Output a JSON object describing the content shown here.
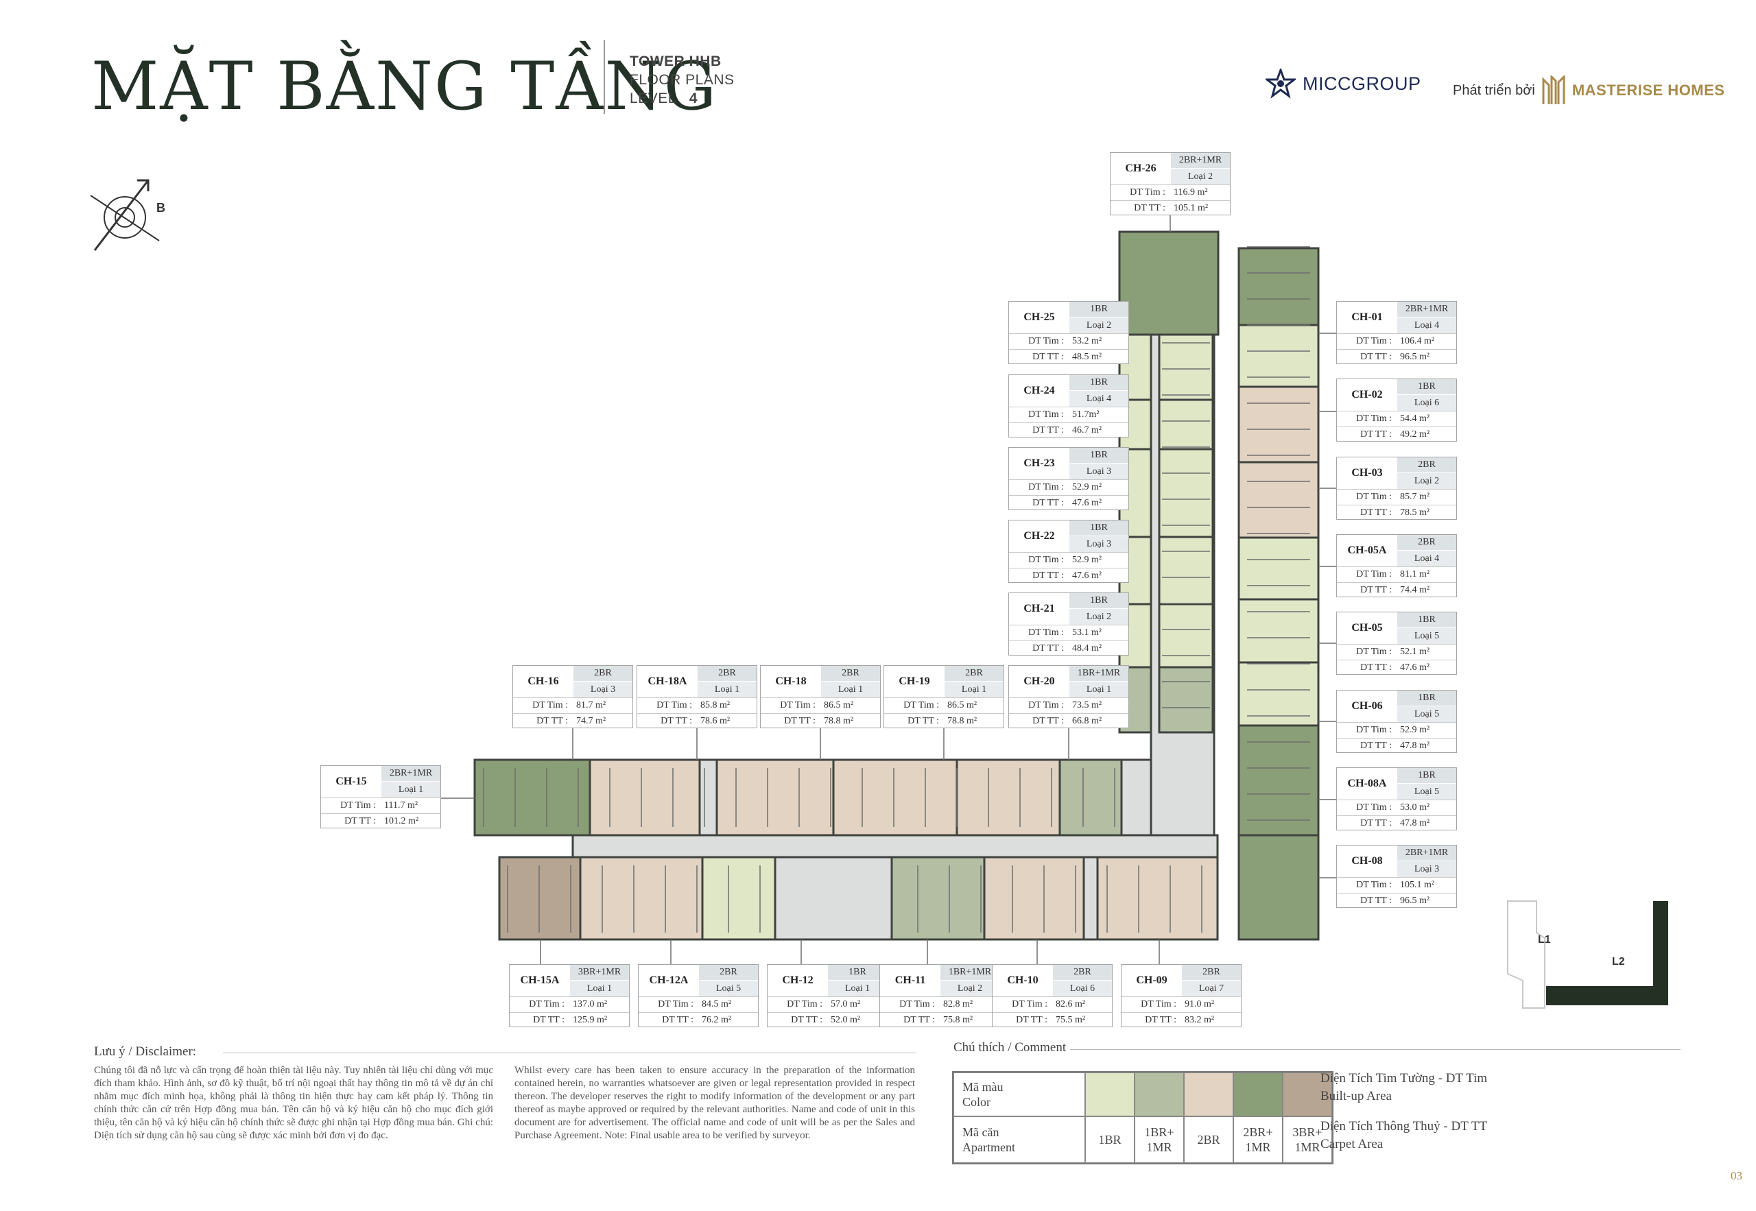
{
  "header": {
    "title": "MẶT BẰNG TẦNG",
    "tower": "TOWER HHB",
    "floor_plans": "FLOOR PLANS",
    "level_label": "LEVEL",
    "level_value": "4",
    "micc_bold": "MICC",
    "micc_rest": "GROUP",
    "developer_prefix": "Phát triển bởi",
    "developer_name": "MASTERISE HOMES"
  },
  "compass": {
    "north_label": "B"
  },
  "colors": {
    "1BR": "#dfe7c6",
    "1BR+1MR": "#b3bea3",
    "2BR": "#e2d3c2",
    "2BR+1MR": "#8a9f77",
    "3BR+1MR": "#b7a593",
    "corridor": "#dcdedd",
    "wall": "#3f433f"
  },
  "units": [
    {
      "code": "CH-26",
      "type": "2BR+1MR",
      "loai": "Loại 2",
      "tim_label": "DT Tim :",
      "tim": "116.9 m²",
      "tt_label": "DT TT :",
      "tt": "105.1 m²"
    },
    {
      "code": "CH-25",
      "type": "1BR",
      "loai": "Loại 2",
      "tim_label": "DT Tim :",
      "tim": "53.2 m²",
      "tt_label": "DT TT :",
      "tt": "48.5 m²"
    },
    {
      "code": "CH-24",
      "type": "1BR",
      "loai": "Loại 4",
      "tim_label": "DT Tim :",
      "tim": "51.7m²",
      "tt_label": "DT TT :",
      "tt": "46.7 m²"
    },
    {
      "code": "CH-23",
      "type": "1BR",
      "loai": "Loại 3",
      "tim_label": "DT Tim :",
      "tim": "52.9 m²",
      "tt_label": "DT TT :",
      "tt": "47.6 m²"
    },
    {
      "code": "CH-22",
      "type": "1BR",
      "loai": "Loại 3",
      "tim_label": "DT Tim :",
      "tim": "52.9 m²",
      "tt_label": "DT TT :",
      "tt": "47.6 m²"
    },
    {
      "code": "CH-21",
      "type": "1BR",
      "loai": "Loại 2",
      "tim_label": "DT Tim :",
      "tim": "53.1 m²",
      "tt_label": "DT TT :",
      "tt": "48.4 m²"
    },
    {
      "code": "CH-20",
      "type": "1BR+1MR",
      "loai": "Loại 1",
      "tim_label": "DT Tim :",
      "tim": "73.5 m²",
      "tt_label": "DT TT :",
      "tt": "66.8 m²"
    },
    {
      "code": "CH-19",
      "type": "2BR",
      "loai": "Loại 1",
      "tim_label": "DT Tim :",
      "tim": "86.5 m²",
      "tt_label": "DT TT :",
      "tt": "78.8 m²"
    },
    {
      "code": "CH-18",
      "type": "2BR",
      "loai": "Loại 1",
      "tim_label": "DT Tim :",
      "tim": "86.5 m²",
      "tt_label": "DT TT :",
      "tt": "78.8 m²"
    },
    {
      "code": "CH-18A",
      "type": "2BR",
      "loai": "Loại 1",
      "tim_label": "DT Tim :",
      "tim": "85.8 m²",
      "tt_label": "DT TT :",
      "tt": "78.6 m²"
    },
    {
      "code": "CH-16",
      "type": "2BR",
      "loai": "Loại 3",
      "tim_label": "DT Tim :",
      "tim": "81.7 m²",
      "tt_label": "DT TT :",
      "tt": "74.7 m²"
    },
    {
      "code": "CH-15",
      "type": "2BR+1MR",
      "loai": "Loại 1",
      "tim_label": "DT Tim :",
      "tim": "111.7 m²",
      "tt_label": "DT TT :",
      "tt": "101.2 m²"
    },
    {
      "code": "CH-01",
      "type": "2BR+1MR",
      "loai": "Loại 4",
      "tim_label": "DT Tim :",
      "tim": "106.4 m²",
      "tt_label": "DT TT :",
      "tt": "96.5 m²"
    },
    {
      "code": "CH-02",
      "type": "1BR",
      "loai": "Loại 6",
      "tim_label": "DT Tim :",
      "tim": "54.4 m²",
      "tt_label": "DT TT :",
      "tt": "49.2 m²"
    },
    {
      "code": "CH-03",
      "type": "2BR",
      "loai": "Loại 2",
      "tim_label": "DT Tim :",
      "tim": "85.7 m²",
      "tt_label": "DT TT :",
      "tt": "78.5 m²"
    },
    {
      "code": "CH-05A",
      "type": "2BR",
      "loai": "Loại 4",
      "tim_label": "DT Tim :",
      "tim": "81.1 m²",
      "tt_label": "DT TT :",
      "tt": "74.4 m²"
    },
    {
      "code": "CH-05",
      "type": "1BR",
      "loai": "Loại 5",
      "tim_label": "DT Tim :",
      "tim": "52.1 m²",
      "tt_label": "DT TT :",
      "tt": "47.6 m²"
    },
    {
      "code": "CH-06",
      "type": "1BR",
      "loai": "Loại 5",
      "tim_label": "DT Tim :",
      "tim": "52.9 m²",
      "tt_label": "DT TT :",
      "tt": "47.8 m²"
    },
    {
      "code": "CH-08A",
      "type": "1BR",
      "loai": "Loại 5",
      "tim_label": "DT Tim :",
      "tim": "53.0 m²",
      "tt_label": "DT TT :",
      "tt": "47.8 m²"
    },
    {
      "code": "CH-08",
      "type": "2BR+1MR",
      "loai": "Loại 3",
      "tim_label": "DT Tim :",
      "tim": "105.1 m²",
      "tt_label": "DT TT :",
      "tt": "96.5 m²"
    },
    {
      "code": "CH-15A",
      "type": "3BR+1MR",
      "loai": "Loại 1",
      "tim_label": "DT Tim :",
      "tim": "137.0 m²",
      "tt_label": "DT TT :",
      "tt": "125.9 m²"
    },
    {
      "code": "CH-12A",
      "type": "2BR",
      "loai": "Loại 5",
      "tim_label": "DT Tim :",
      "tim": "84.5 m²",
      "tt_label": "DT TT :",
      "tt": "76.2 m²"
    },
    {
      "code": "CH-12",
      "type": "1BR",
      "loai": "Loại 1",
      "tim_label": "DT Tim :",
      "tim": "57.0 m²",
      "tt_label": "DT TT :",
      "tt": "52.0 m²"
    },
    {
      "code": "CH-11",
      "type": "1BR+1MR",
      "loai": "Loại 2",
      "tim_label": "DT Tim :",
      "tim": "82.8 m²",
      "tt_label": "DT TT :",
      "tt": "75.8 m²"
    },
    {
      "code": "CH-10",
      "type": "2BR",
      "loai": "Loại 6",
      "tim_label": "DT Tim :",
      "tim": "82.6 m²",
      "tt_label": "DT TT :",
      "tt": "75.5 m²"
    },
    {
      "code": "CH-09",
      "type": "2BR",
      "loai": "Loại 7",
      "tim_label": "DT Tim :",
      "tim": "91.0 m²",
      "tt_label": "DT TT :",
      "tt": "83.2 m²"
    }
  ],
  "keyplan": {
    "l1": "L1",
    "l2": "L2"
  },
  "legend": {
    "title": "Chú thích / Comment",
    "row1_label_vi": "Mã màu",
    "row1_label_en": "Color",
    "row2_label_vi": "Mã căn",
    "row2_label_en": "Apartment",
    "apt_1": "1BR",
    "apt_2a": "1BR+",
    "apt_2b": "1MR",
    "apt_3": "2BR",
    "apt_4a": "2BR+",
    "apt_4b": "1MR",
    "apt_5a": "3BR+",
    "apt_5b": "1MR",
    "note1_vi": "Diện Tích Tim Tường - DT Tim",
    "note1_en": "Built-up Area",
    "note2_vi": "Diện Tích Thông Thuỷ - DT TT",
    "note2_en": "Carpet Area"
  },
  "disclaimer": {
    "title": "Lưu ý / Disclaimer:",
    "vi": "Chúng tôi đã nỗ lực và cẩn trọng để hoàn thiện tài liệu này. Tuy nhiên tài liệu chỉ dùng với mục đích tham khảo. Hình ảnh, sơ đồ kỹ thuật, bố trí nội ngoại thất hay thông tin mô tả về dự án chỉ nhằm mục đích minh họa, không phải là thông tin hiện thực hay cam kết pháp lý. Thông tin chính thức căn cứ trên Hợp đồng mua bán. Tên căn hộ và ký hiệu căn hộ cho mục đích giới thiệu, tên căn hộ và ký hiệu căn hộ chính thức sẽ được ghi nhận tại Hợp đồng mua bán. Ghi chú: Diện tích sử dụng căn hộ sau cùng sẽ được xác minh bởi đơn vị đo đạc.",
    "en": "Whilst every care has been taken to ensure accuracy in the preparation of the information contained herein, no warranties whatsoever are given or legal representation provided in respect thereon. The developer reserves the right to modify information of the development or any part thereof as maybe approved or required by the relevant authorities. Name and code of unit in this document are for advertisement. The official name and code of unit will be as per the Sales and Purchase Agreement. Note: Final usable area to be verified by surveyor."
  },
  "page_number": "03"
}
